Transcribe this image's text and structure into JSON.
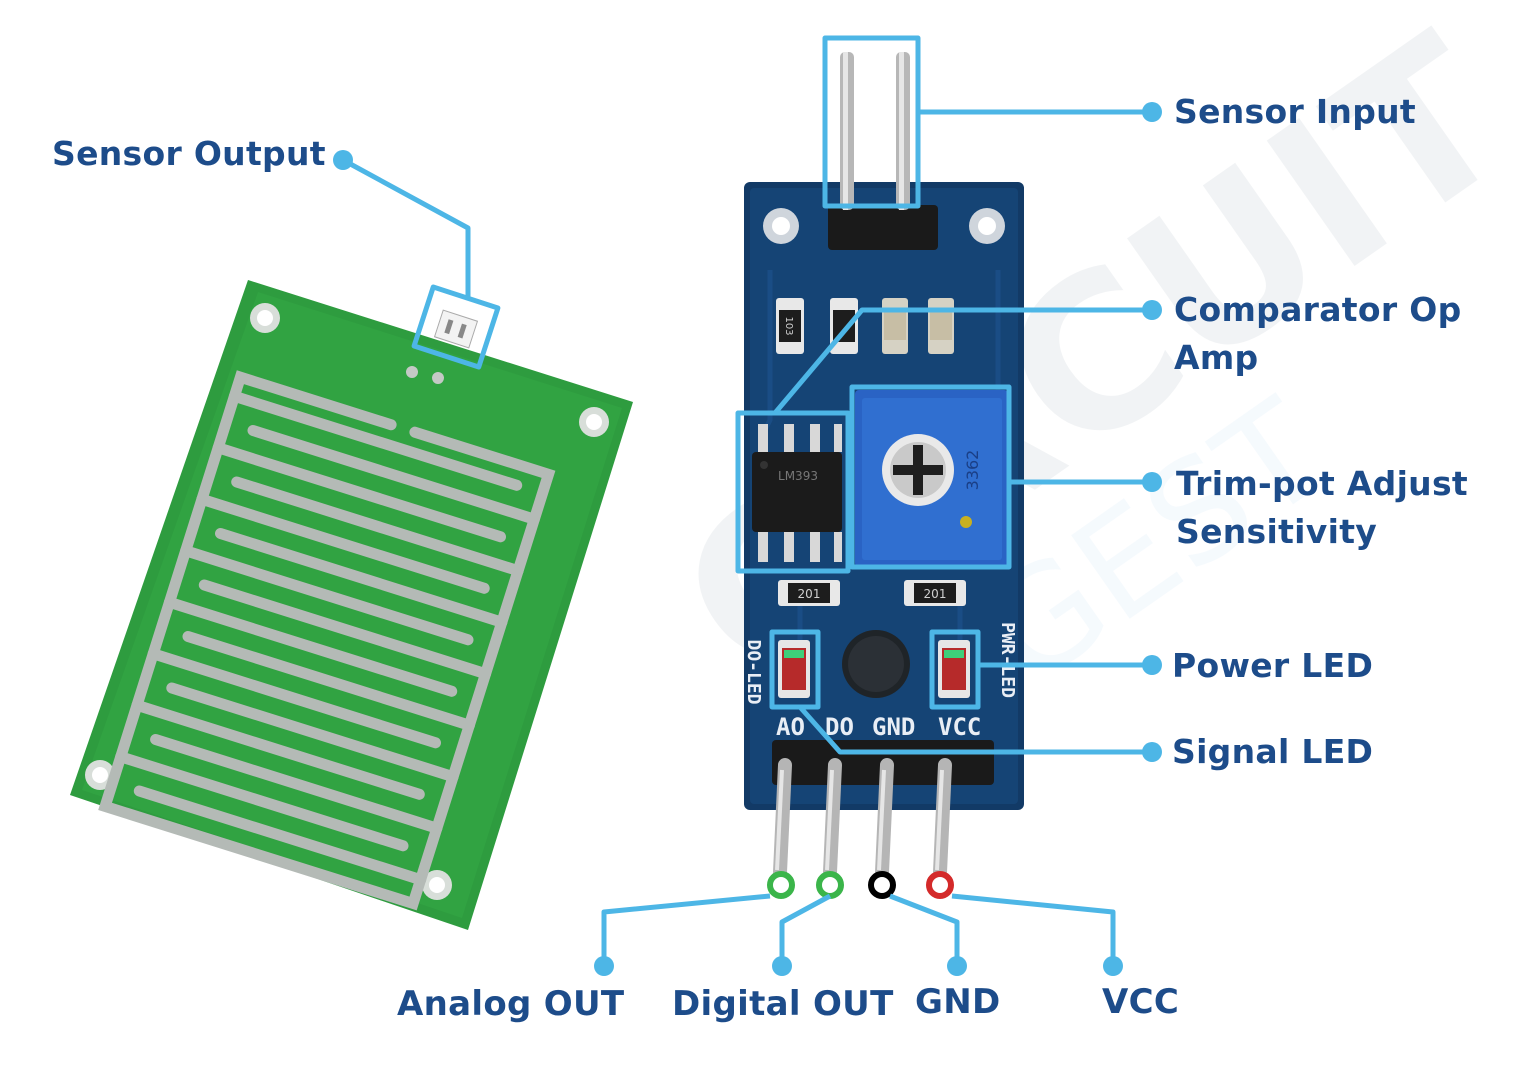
{
  "diagram": {
    "labels": {
      "sensor_output": "Sensor Output",
      "sensor_input": "Sensor Input",
      "comparator_line1": "Comparator Op",
      "comparator_line2": "Amp",
      "trimpot_line1": "Trim-pot Adjust",
      "trimpot_line2": "Sensitivity",
      "power_led": "Power LED",
      "signal_led": "Signal LED",
      "analog_out": "Analog OUT",
      "digital_out": "Digital OUT",
      "gnd": "GND",
      "vcc": "VCC"
    },
    "board_silkscreen": {
      "pins": [
        "AO",
        "DO",
        "GND",
        "VCC"
      ],
      "do_led": "DO-LED",
      "pwr_led": "PWR-LED",
      "trimpot_code": "3362",
      "resistor_code": "201",
      "resistor_code_2": "103",
      "chip_code": "LM393"
    },
    "watermark": "CIRCUIT DIGEST",
    "colors": {
      "label_text": "#1d4c8a",
      "callout_line": "#4db6e6",
      "sensor_pcb": "#2e9c3f",
      "module_pcb": "#123a66",
      "trimpot": "#2a63c4",
      "pin_gnd": "#000000",
      "pin_vcc": "#d42a2a",
      "pin_signal": "#3bb54a"
    }
  }
}
